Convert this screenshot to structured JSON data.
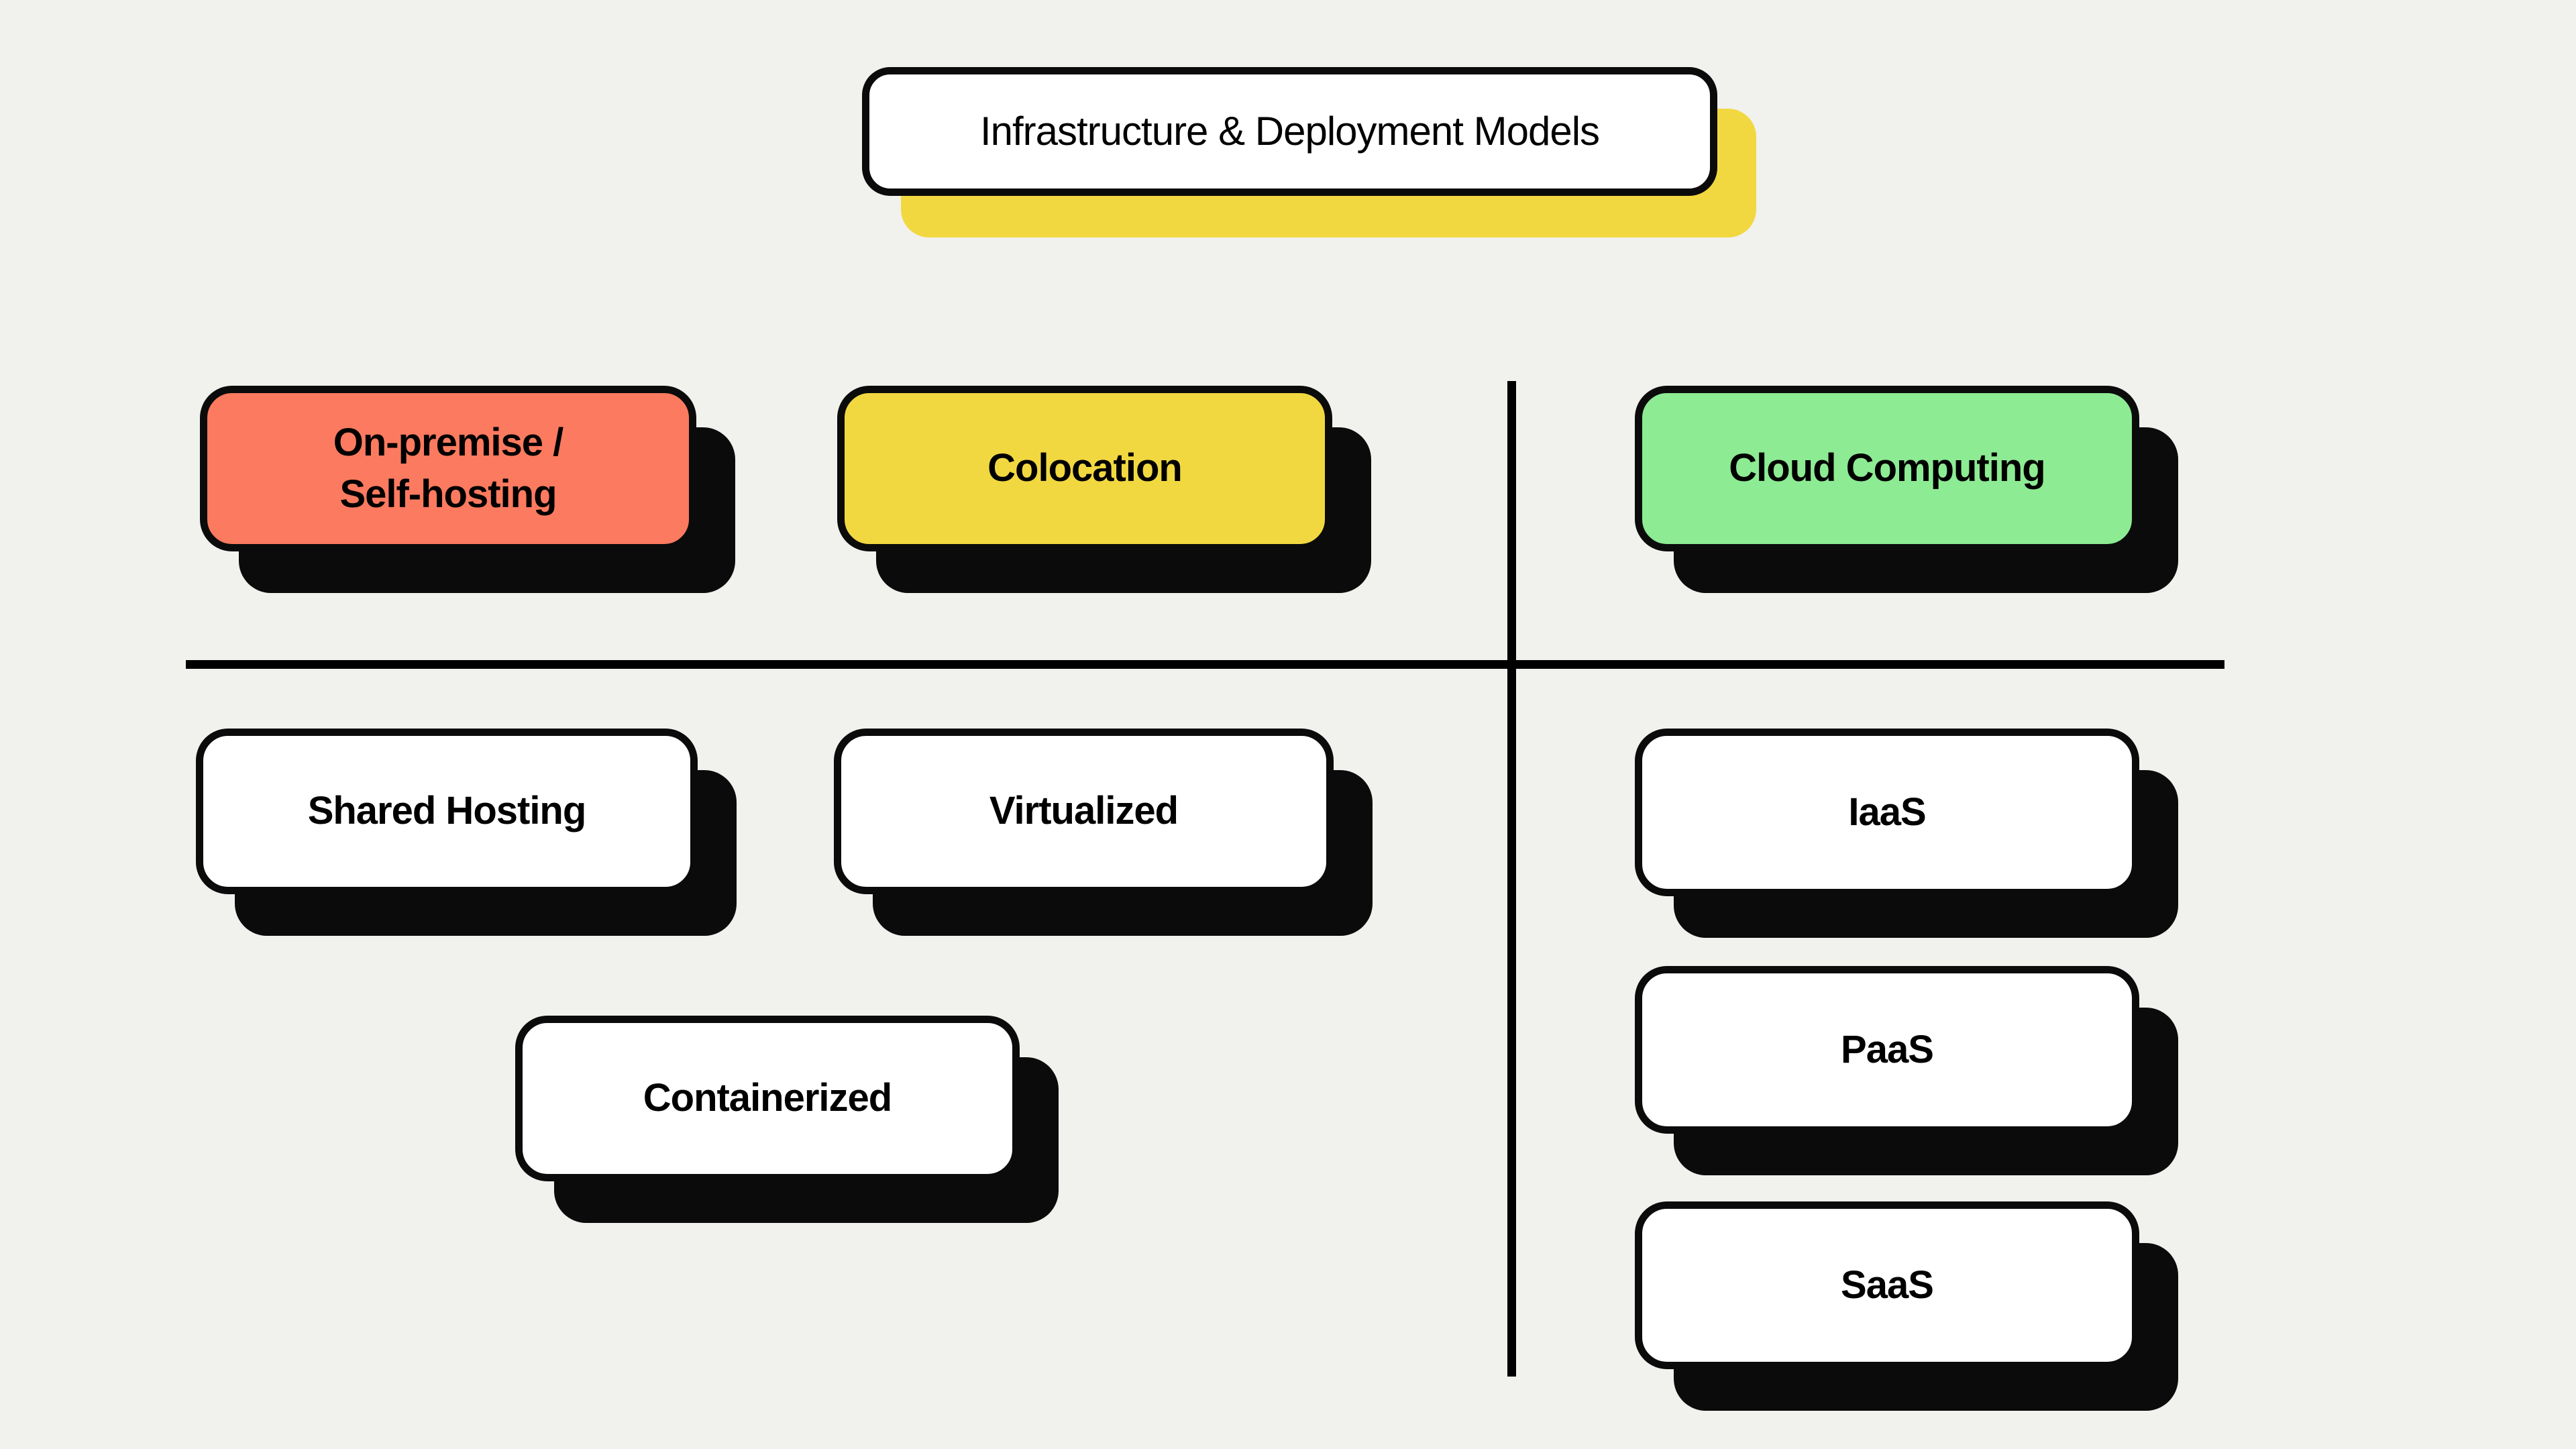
{
  "canvas": {
    "background": "#F1F1EE"
  },
  "title": {
    "label": "Infrastructure & Deployment Models",
    "fill": "#FFFFFF",
    "shadow_color": "#F2D840",
    "text_color": "#000000"
  },
  "dividers": {
    "color": "#000000"
  },
  "nodes": {
    "on_premise": {
      "label": "On-premise /\nSelf-hosting",
      "fill": "#FC7A5F",
      "shadow_color": "#0B0B0B"
    },
    "colocation": {
      "label": "Colocation",
      "fill": "#F2D840",
      "shadow_color": "#0B0B0B"
    },
    "cloud_computing": {
      "label": "Cloud Computing",
      "fill": "#8DEB93",
      "shadow_color": "#0B0B0B"
    },
    "shared_hosting": {
      "label": "Shared Hosting",
      "fill": "#FFFFFF",
      "shadow_color": "#0B0B0B"
    },
    "virtualized": {
      "label": "Virtualized",
      "fill": "#FFFFFF",
      "shadow_color": "#0B0B0B"
    },
    "containerized": {
      "label": "Containerized",
      "fill": "#FFFFFF",
      "shadow_color": "#0B0B0B"
    },
    "iaas": {
      "label": "IaaS",
      "fill": "#FFFFFF",
      "shadow_color": "#0B0B0B"
    },
    "paas": {
      "label": "PaaS",
      "fill": "#FFFFFF",
      "shadow_color": "#0B0B0B"
    },
    "saas": {
      "label": "SaaS",
      "fill": "#FFFFFF",
      "shadow_color": "#0B0B0B"
    }
  }
}
